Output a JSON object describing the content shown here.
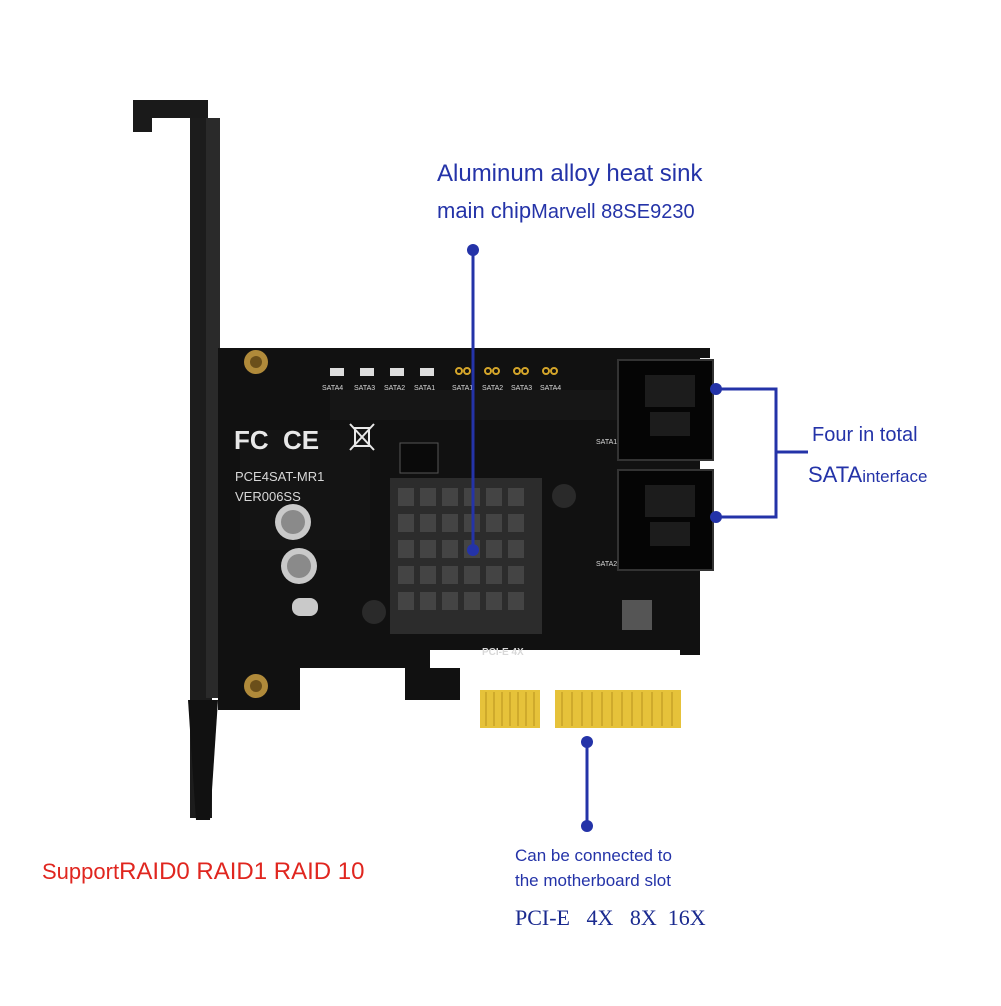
{
  "callouts": {
    "heatsink": {
      "line1": "Aluminum alloy heat sink",
      "line2_prefix": "main chip",
      "line2_chip": "Marvell 88SE9230"
    },
    "sata": {
      "line1": "Four in total",
      "line2_main": "SATA",
      "line2_suffix": "interface"
    },
    "slot": {
      "line1": "Can be connected to",
      "line2": "the motherboard slot",
      "line3": "PCI-E   4X   8X  16X"
    },
    "raid": {
      "prefix": "Support",
      "modes": "RAID0 RAID1 RAID 10"
    }
  },
  "pcb": {
    "model": "PCE4SAT-MR1",
    "version": "VER006SS",
    "fc_mark": "FC",
    "ce_mark": "CE",
    "bus_label": "PCI-E 4X",
    "led_labels": [
      "SATA4",
      "SATA3",
      "SATA2",
      "SATA1"
    ],
    "jumper_labels": [
      "SATA1",
      "SATA2",
      "SATA3",
      "SATA4"
    ],
    "port_labels": [
      "SATA1",
      "SATA2"
    ]
  },
  "colors": {
    "callout_blue": "#2433a8",
    "raid_red": "#e0261f",
    "pcb": "#111111",
    "gold_contacts": "#e6c23a"
  }
}
